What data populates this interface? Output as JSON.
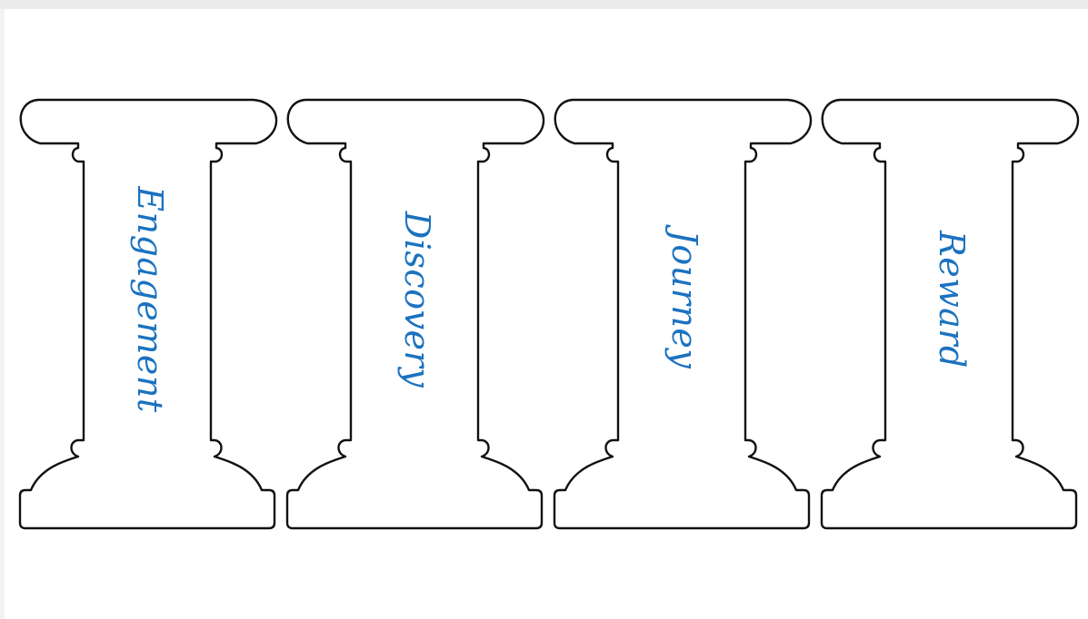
{
  "pillars": [
    {
      "label": "Engagement"
    },
    {
      "label": "Discovery"
    },
    {
      "label": "Journey"
    },
    {
      "label": "Reward"
    }
  ],
  "colors": {
    "label": "#1b72c0",
    "outline": "#111111",
    "fill": "#ffffff"
  },
  "icons": [
    "pillar-icon"
  ]
}
